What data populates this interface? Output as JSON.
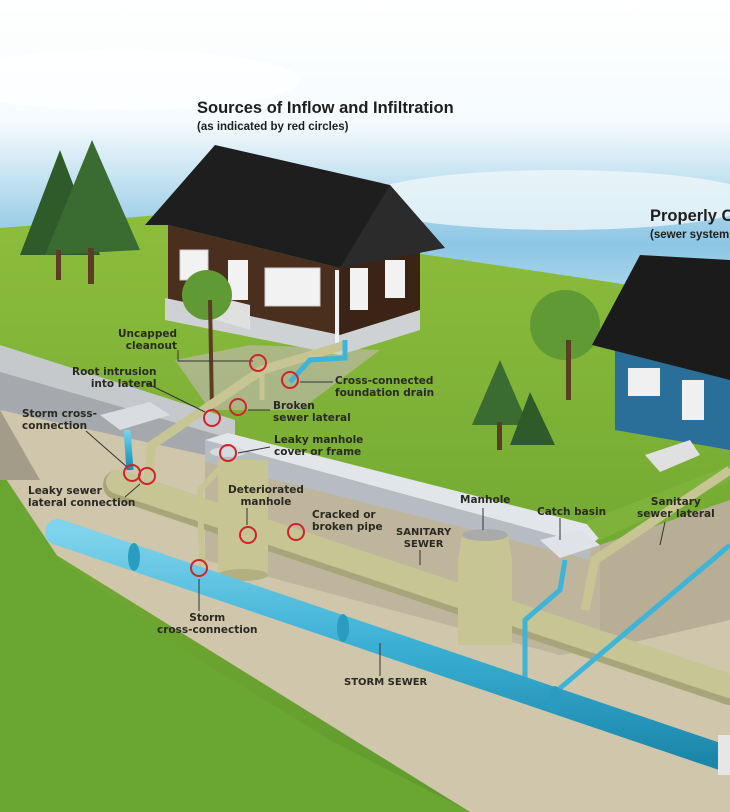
{
  "heading": {
    "title": "Sources of Inflow and Infiltration",
    "subtitle": "(as indicated by red circles)"
  },
  "right_heading": {
    "title": "Properly C",
    "subtitle": "(sewer system"
  },
  "labels": {
    "uncapped_cleanout": [
      "Uncapped",
      "cleanout"
    ],
    "root_intrusion": [
      "Root intrusion",
      "into lateral"
    ],
    "storm_cross_connection_top": [
      "Storm cross-",
      "connection"
    ],
    "cross_connected_drain": [
      "Cross-connected",
      "foundation drain"
    ],
    "broken_lateral": [
      "Broken",
      "sewer lateral"
    ],
    "leaky_manhole_cover": [
      "Leaky manhole",
      "cover or frame"
    ],
    "leaky_lateral_connection": [
      "Leaky sewer",
      "lateral connection"
    ],
    "deteriorated_manhole": [
      "Deteriorated",
      "manhole"
    ],
    "cracked_pipe": [
      "Cracked or",
      "broken pipe"
    ],
    "sanitary_sewer": [
      "SANITARY",
      "SEWER"
    ],
    "manhole": "Manhole",
    "catch_basin": "Catch basin",
    "sanitary_lateral": [
      "Sanitary",
      "sewer lateral"
    ],
    "storm_cross_connection_bottom": [
      "Storm",
      "cross-connection"
    ],
    "storm_sewer": "STORM SEWER"
  },
  "colors": {
    "problem_circle": "#d2232a",
    "storm_pipe": "#3db4d8",
    "sanitary_pipe": "#c8c595",
    "grass": "#7fb23a"
  }
}
